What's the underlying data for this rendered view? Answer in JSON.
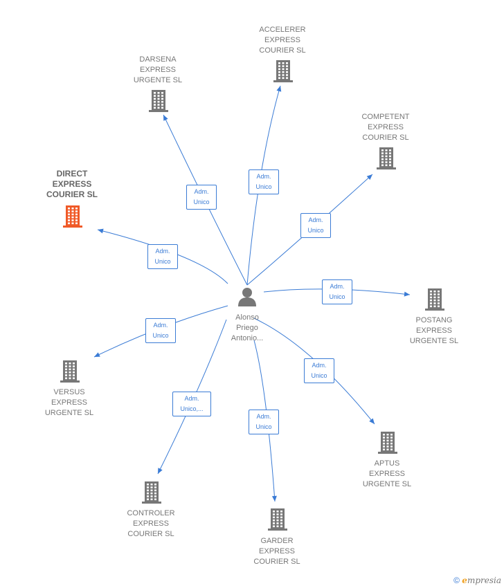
{
  "center": {
    "name": "Alonso\nPriego\nAntonio..."
  },
  "companies": [
    {
      "id": "accelerer",
      "name": "ACCELERER\nEXPRESS\nCOURIER SL",
      "role": "Adm.\nUnico",
      "highlight": false
    },
    {
      "id": "darsena",
      "name": "DARSENA\nEXPRESS\nURGENTE SL",
      "role": "Adm.\nUnico",
      "highlight": false
    },
    {
      "id": "competent",
      "name": "COMPETENT\nEXPRESS\nCOURIER SL",
      "role": "Adm.\nUnico",
      "highlight": false
    },
    {
      "id": "direct",
      "name": "DIRECT\nEXPRESS\nCOURIER SL",
      "role": "Adm.\nUnico",
      "highlight": true
    },
    {
      "id": "postang",
      "name": "POSTANG\nEXPRESS\nURGENTE SL",
      "role": "Adm.\nUnico",
      "highlight": false
    },
    {
      "id": "versus",
      "name": "VERSUS\nEXPRESS\nURGENTE SL",
      "role": "Adm.\nUnico",
      "highlight": false
    },
    {
      "id": "aptus",
      "name": "APTUS\nEXPRESS\nURGENTE SL",
      "role": "Adm.\nUnico",
      "highlight": false
    },
    {
      "id": "controler",
      "name": "CONTROLER\nEXPRESS\nCOURIER SL",
      "role": "Adm.\nUnico,...",
      "highlight": false
    },
    {
      "id": "garder",
      "name": "GARDER\nEXPRESS\nCOURIER SL",
      "role": "Adm.\nUnico",
      "highlight": false
    }
  ],
  "colors": {
    "edge": "#3a7bd5",
    "building": "#777777",
    "highlight": "#f05a28",
    "person": "#777777"
  },
  "footer": {
    "copyright": "©",
    "brand_e": "e",
    "brand_rest": "mpresia"
  }
}
